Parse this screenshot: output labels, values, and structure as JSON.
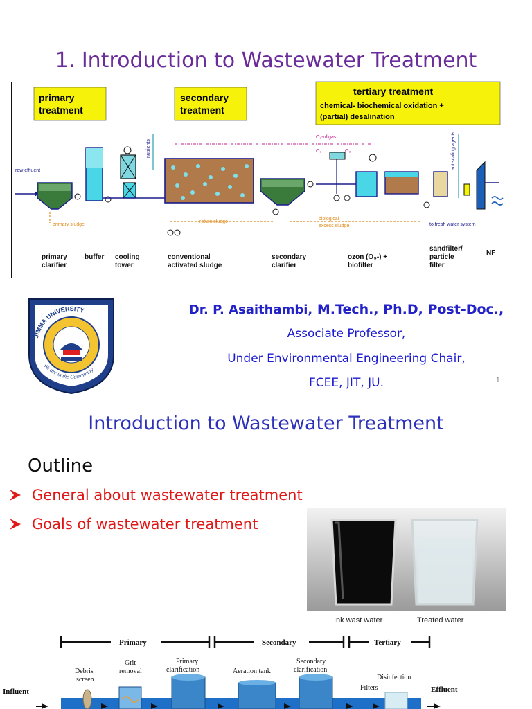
{
  "slide1": {
    "title": "1. Introduction to Wastewater Treatment",
    "diagram": {
      "boxes": {
        "primary": [
          "primary",
          "treatment"
        ],
        "secondary": [
          "secondary",
          "treatment"
        ],
        "tertiary_title": "tertiary  treatment",
        "tertiary_sub1": "chemical- biochemical  oxidation +",
        "tertiary_sub2": "(partial) desalination"
      },
      "flow_labels": {
        "raw_effluent": "raw effluent",
        "primary_sludge": "primary sludge",
        "return_sludge": "return sludge",
        "biological": "biological",
        "excess_sludge": "excess sludge",
        "o2_offgas": "O₂-offgas",
        "o2": "O₂",
        "o3": "O₃",
        "nutrients": "nutrients",
        "antiscaling": "antiscaling agents",
        "fresh_water": "to fresh water system"
      },
      "units": {
        "primary_clarifier": [
          "primary",
          "clarifier"
        ],
        "buffer": "buffer",
        "cooling_tower": [
          "cooling",
          "tower"
        ],
        "activated_sludge": [
          "conventional",
          "activated sludge"
        ],
        "secondary_clarifier": [
          "secondary",
          "clarifier"
        ],
        "ozon_biofilter": [
          "ozon (O₃-) +",
          "biofilter"
        ],
        "sandfilter": [
          "sandfilter/",
          "particle",
          "filter"
        ],
        "nf": "NF"
      }
    },
    "logo": {
      "arc_text": "JIMMA UNIVERSITY",
      "motto": "We are in the Community"
    },
    "author": {
      "name": "Dr. P. Asaithambi,",
      "degrees": " M.Tech., Ph.D, Post-Doc.,",
      "role": "Associate Professor,",
      "chair": "Under Environmental Engineering Chair,",
      "institution": "FCEE, JIT, JU."
    },
    "page_number": "1"
  },
  "slide2": {
    "title": "Introduction to Wastewater Treatment",
    "outline_heading": "Outline",
    "bullets": [
      "General about wastewater treatment",
      "Goals of wastewater treatment"
    ],
    "photo_captions": {
      "left": "Ink wast water",
      "right": "Treated water"
    },
    "process": {
      "stages": [
        "Primary",
        "Secondary",
        "Tertiary"
      ],
      "influent": "Influent",
      "effluent": "Effluent",
      "steps": {
        "debris": [
          "Debris",
          "screen"
        ],
        "grit": [
          "Grit",
          "removal"
        ],
        "primary_clar": [
          "Primary",
          "clarification"
        ],
        "aeration": "Aeration tank",
        "secondary_clar": [
          "Secondary",
          "clarification"
        ],
        "filters": "Filters",
        "disinfection": "Disinfection"
      }
    }
  },
  "colors": {
    "title_purple": "#6a2c9a",
    "title_blue": "#2d32b8",
    "author_blue": "#1a1ad0",
    "bullet_red": "#e01818",
    "box_yellow": "#f7f20a",
    "sludge_orange": "#e08a1a",
    "water_cyan": "#3ad0e0"
  }
}
